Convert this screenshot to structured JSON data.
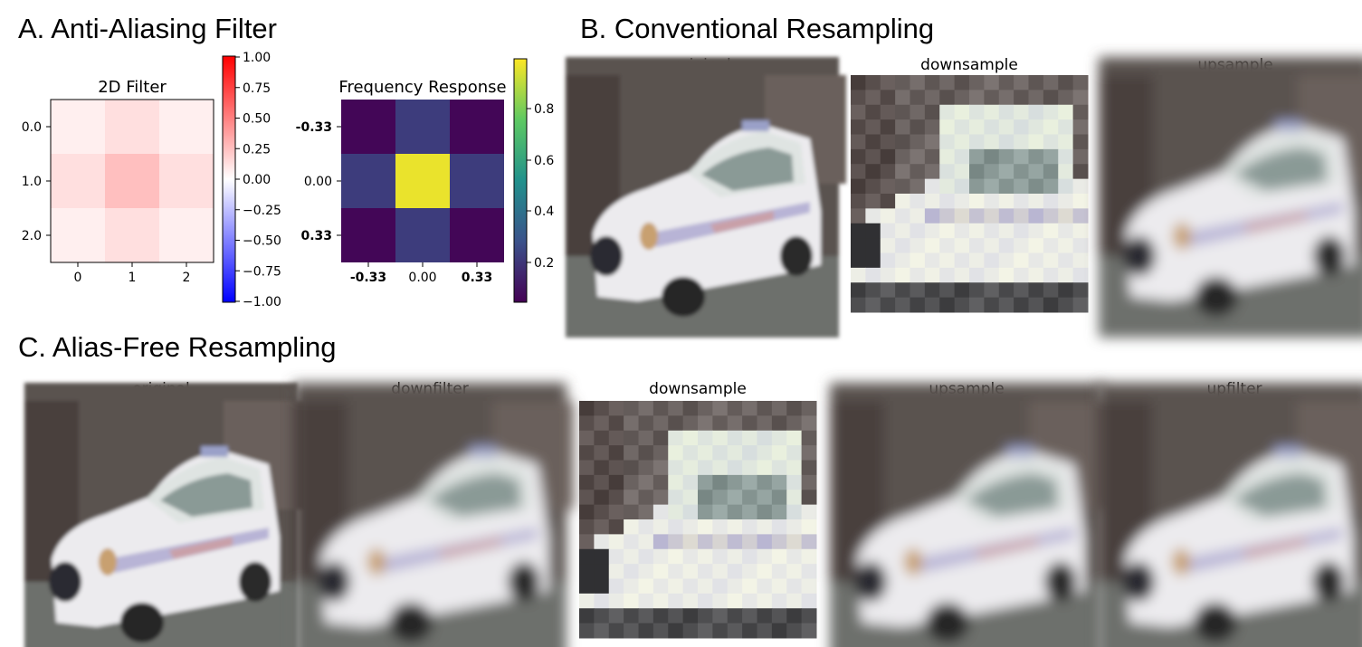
{
  "sections": {
    "a_title": "A. Anti-Aliasing Filter",
    "b_title": "B. Conventional Resampling",
    "c_title": "C. Alias-Free Resampling"
  },
  "filter_plot": {
    "title": "2D Filter",
    "y_ticks": [
      "0.0",
      "1.0",
      "2.0"
    ],
    "x_ticks": [
      "0",
      "1",
      "2"
    ],
    "colorbar_ticks": [
      "1.00",
      "0.75",
      "0.50",
      "0.25",
      "0.00",
      "−0.25",
      "−0.50",
      "−0.75",
      "−1.00"
    ],
    "values": [
      [
        0.0625,
        0.125,
        0.0625
      ],
      [
        0.125,
        0.25,
        0.125
      ],
      [
        0.0625,
        0.125,
        0.0625
      ]
    ],
    "colormap": "bwr"
  },
  "frequency_plot": {
    "title": "Frequency Response",
    "y_ticks": [
      "-0.33",
      "0.00",
      "0.33"
    ],
    "x_ticks": [
      "-0.33",
      "0.00",
      "0.33"
    ],
    "colorbar_ticks": [
      "0.8",
      "0.6",
      "0.4",
      "0.2"
    ],
    "values": [
      [
        0.0625,
        0.25,
        0.0625
      ],
      [
        0.25,
        1.0,
        0.25
      ],
      [
        0.0625,
        0.25,
        0.0625
      ]
    ],
    "colormap": "viridis"
  },
  "conventional": {
    "captions": [
      "original",
      "downsample",
      "upsample"
    ]
  },
  "alias_free": {
    "captions": [
      "original",
      "downfilter",
      "downsample",
      "upsample",
      "upfilter"
    ]
  },
  "colors": {
    "background": "#5a5250",
    "car_body": "#ecebee",
    "road": "#6b6e6b",
    "viridis_low": "#440154",
    "viridis_mid": "#3b4a8c",
    "viridis_high": "#fde725"
  }
}
